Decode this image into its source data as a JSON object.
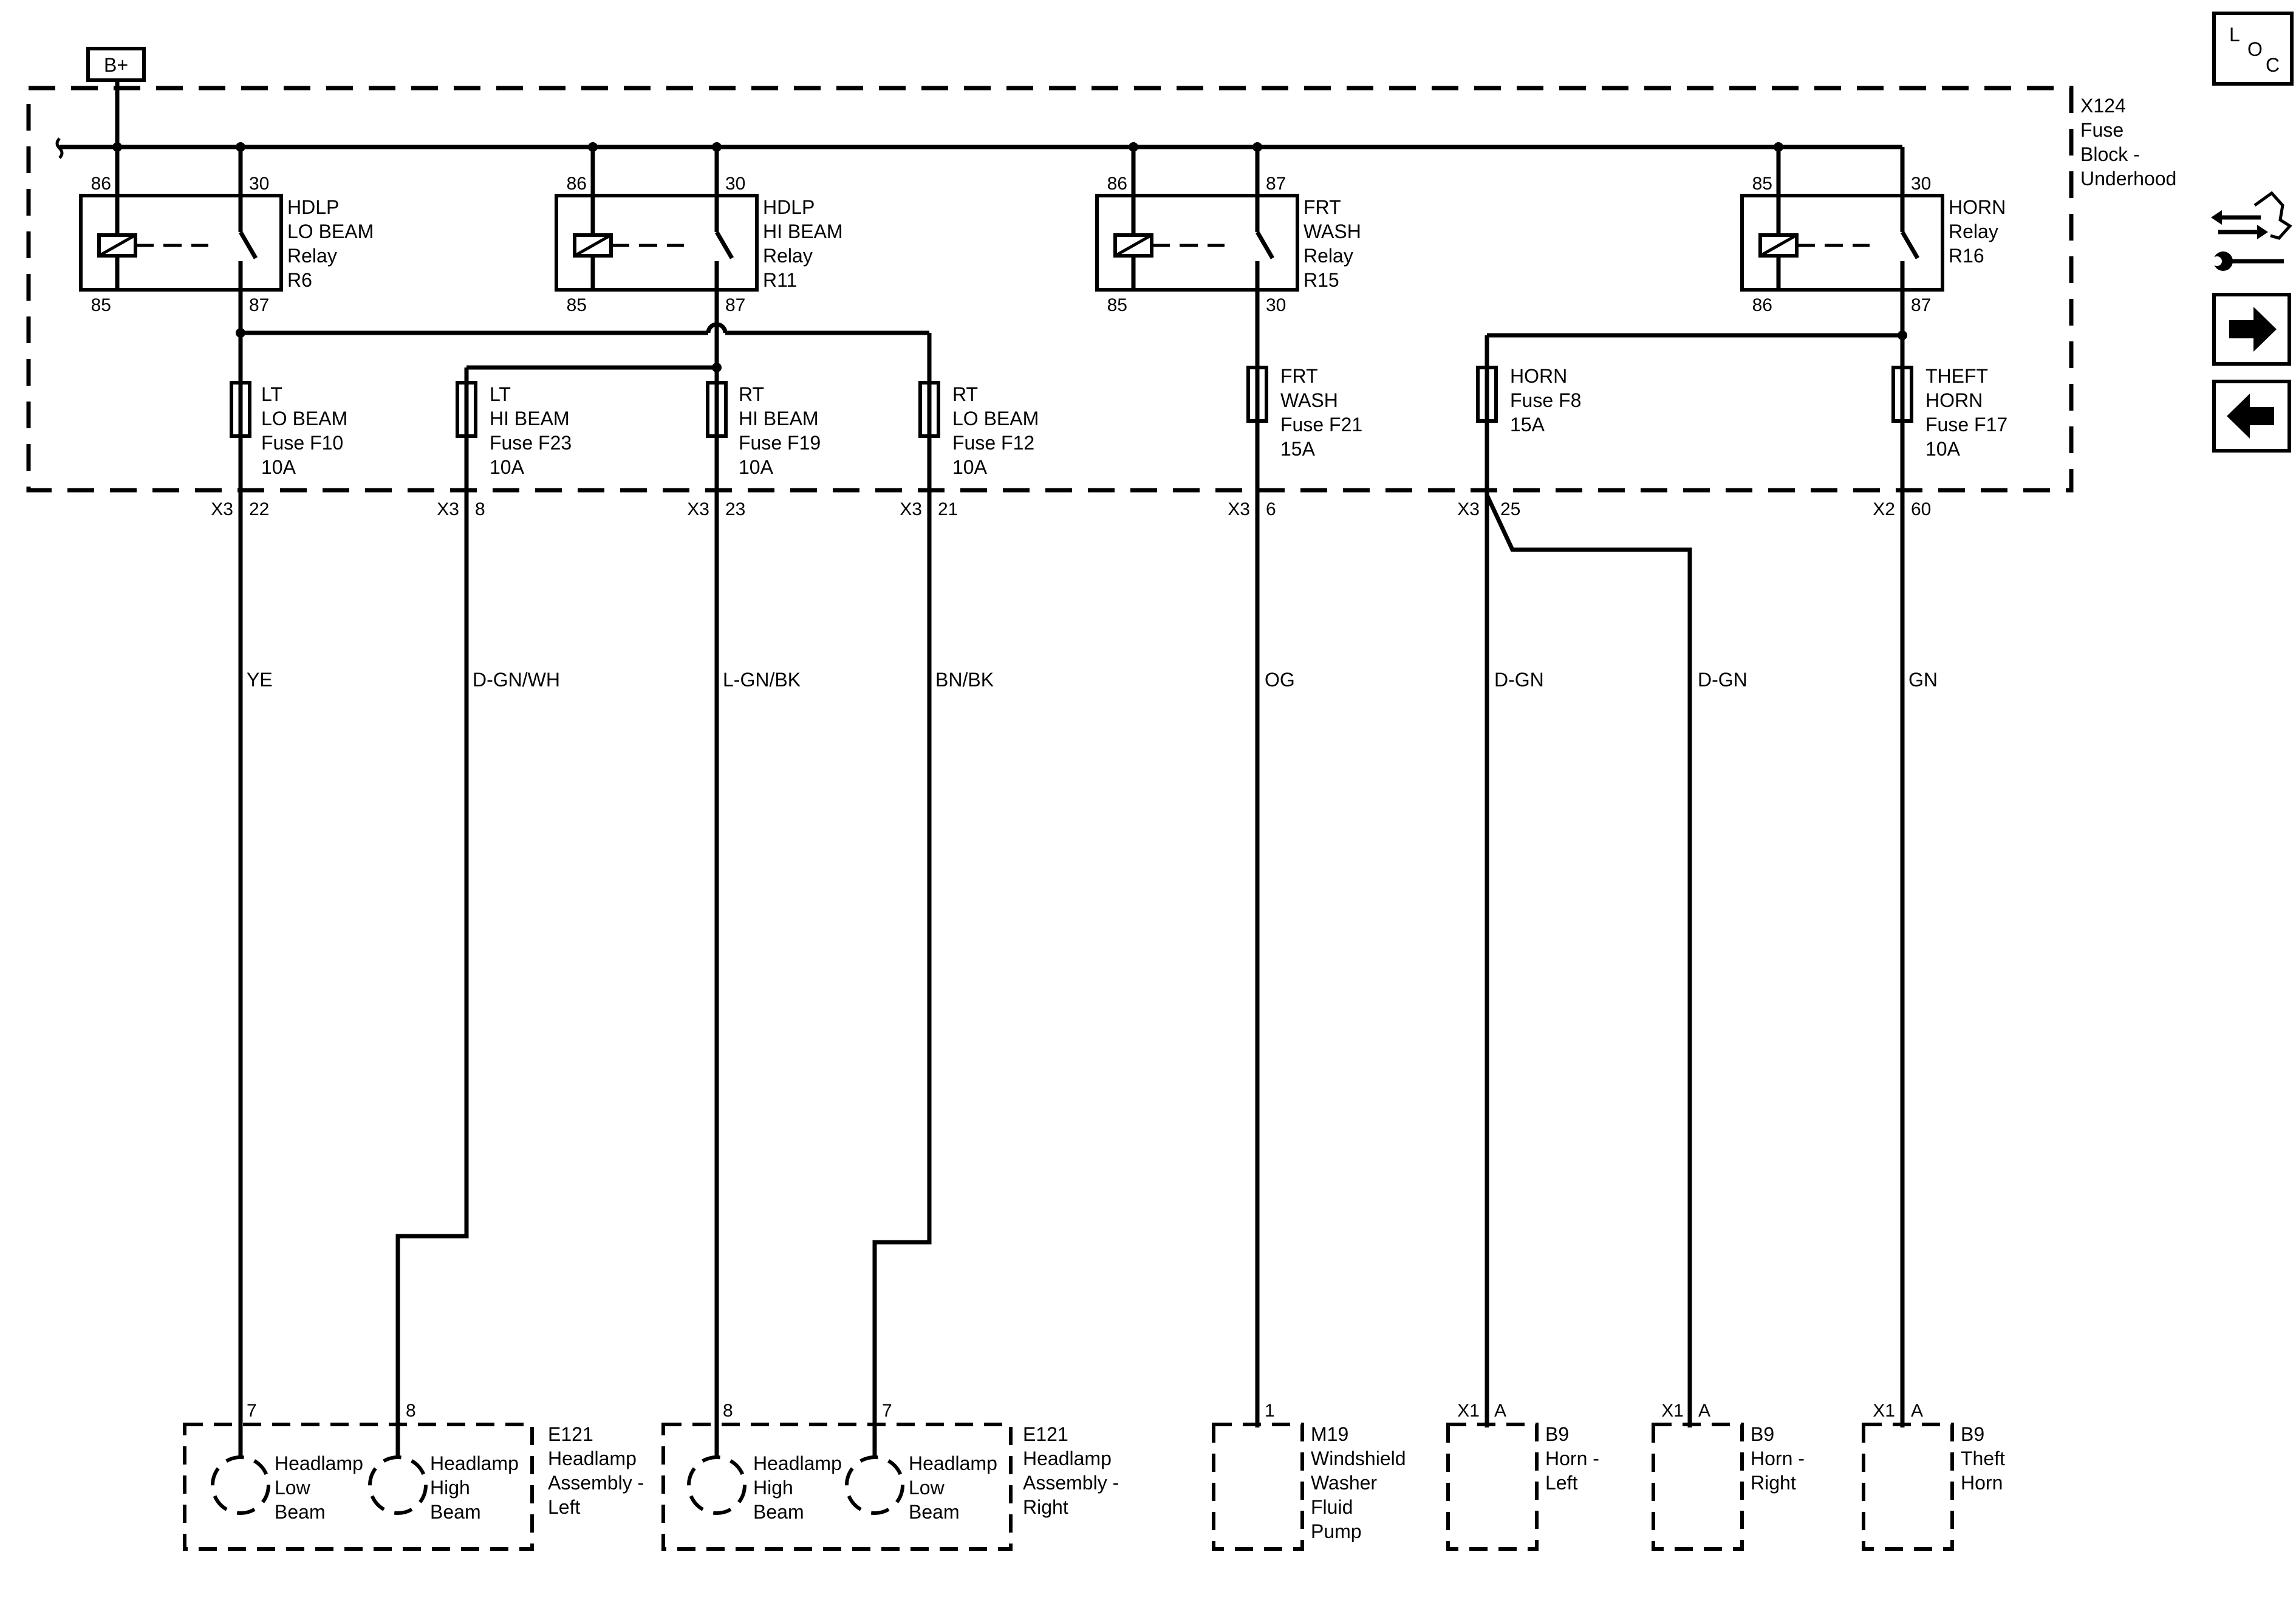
{
  "supply": {
    "label": "B+"
  },
  "fuse_block": {
    "lines": [
      "X124",
      "Fuse",
      "Block -",
      "Underhood"
    ]
  },
  "relays": [
    {
      "id": "R6",
      "lines": [
        "HDLP",
        "LO BEAM",
        "Relay",
        "R6"
      ],
      "pin_tl": "86",
      "pin_tr": "30",
      "pin_bl": "85",
      "pin_br": "87"
    },
    {
      "id": "R11",
      "lines": [
        "HDLP",
        "HI BEAM",
        "Relay",
        "R11"
      ],
      "pin_tl": "86",
      "pin_tr": "30",
      "pin_bl": "85",
      "pin_br": "87"
    },
    {
      "id": "R15",
      "lines": [
        "FRT",
        "WASH",
        "Relay",
        "R15"
      ],
      "pin_tl": "86",
      "pin_tr": "87",
      "pin_bl": "85",
      "pin_br": "30"
    },
    {
      "id": "R16",
      "lines": [
        "HORN",
        "Relay",
        "R16"
      ],
      "pin_tl": "85",
      "pin_tr": "30",
      "pin_bl": "86",
      "pin_br": "87"
    }
  ],
  "fuses": [
    {
      "id": "F10",
      "lines": [
        "LT",
        "LO BEAM",
        "Fuse F10",
        "10A"
      ]
    },
    {
      "id": "F23",
      "lines": [
        "LT",
        "HI BEAM",
        "Fuse F23",
        "10A"
      ]
    },
    {
      "id": "F19",
      "lines": [
        "RT",
        "HI BEAM",
        "Fuse F19",
        "10A"
      ]
    },
    {
      "id": "F12",
      "lines": [
        "RT",
        "LO BEAM",
        "Fuse F12",
        "10A"
      ]
    },
    {
      "id": "F21",
      "lines": [
        "FRT",
        "WASH",
        "Fuse F21",
        "15A"
      ]
    },
    {
      "id": "F8",
      "lines": [
        "HORN",
        "Fuse F8",
        "15A"
      ]
    },
    {
      "id": "F17",
      "lines": [
        "THEFT",
        "HORN",
        "Fuse F17",
        "10A"
      ]
    }
  ],
  "connectors": [
    {
      "conn": "X3",
      "pin": "22"
    },
    {
      "conn": "X3",
      "pin": "8"
    },
    {
      "conn": "X3",
      "pin": "23"
    },
    {
      "conn": "X3",
      "pin": "21"
    },
    {
      "conn": "X3",
      "pin": "6"
    },
    {
      "conn": "X3",
      "pin": "25"
    },
    {
      "conn": "X2",
      "pin": "60"
    }
  ],
  "wire_colors": [
    "YE",
    "D-GN/WH",
    "L-GN/BK",
    "BN/BK",
    "OG",
    "D-GN",
    "D-GN",
    "GN"
  ],
  "components": [
    {
      "id": "E121-left",
      "lines": [
        "E121",
        "Headlamp",
        "Assembly -",
        "Left"
      ],
      "pins": [
        "7",
        "8"
      ],
      "lamps": [
        {
          "lines": [
            "Headlamp",
            "Low",
            "Beam"
          ]
        },
        {
          "lines": [
            "Headlamp",
            "High",
            "Beam"
          ]
        }
      ]
    },
    {
      "id": "E121-right",
      "lines": [
        "E121",
        "Headlamp",
        "Assembly -",
        "Right"
      ],
      "pins": [
        "8",
        "7"
      ],
      "lamps": [
        {
          "lines": [
            "Headlamp",
            "High",
            "Beam"
          ]
        },
        {
          "lines": [
            "Headlamp",
            "Low",
            "Beam"
          ]
        }
      ]
    },
    {
      "id": "M19",
      "lines": [
        "M19",
        "Windshield",
        "Washer",
        "Fluid",
        "Pump"
      ],
      "pins": [
        "1"
      ]
    },
    {
      "id": "B9-left",
      "lines": [
        "B9",
        "Horn -",
        "Left"
      ],
      "conn": "X1",
      "pins": [
        "A"
      ]
    },
    {
      "id": "B9-right",
      "lines": [
        "B9",
        "Horn -",
        "Right"
      ],
      "conn": "X1",
      "pins": [
        "A"
      ]
    },
    {
      "id": "B9-theft",
      "lines": [
        "B9",
        "Theft",
        "Horn"
      ],
      "conn": "X1",
      "pins": [
        "A"
      ]
    }
  ],
  "nav": {
    "loc_letters": [
      "L",
      "O",
      "C"
    ],
    "buttons": [
      {
        "name": "loc-button",
        "icon": "loc-icon"
      },
      {
        "name": "component-view-button",
        "icon": "connector-tool-icon"
      },
      {
        "name": "next-page-button",
        "icon": "arrow-right-icon"
      },
      {
        "name": "previous-page-button",
        "icon": "arrow-left-icon"
      }
    ]
  }
}
